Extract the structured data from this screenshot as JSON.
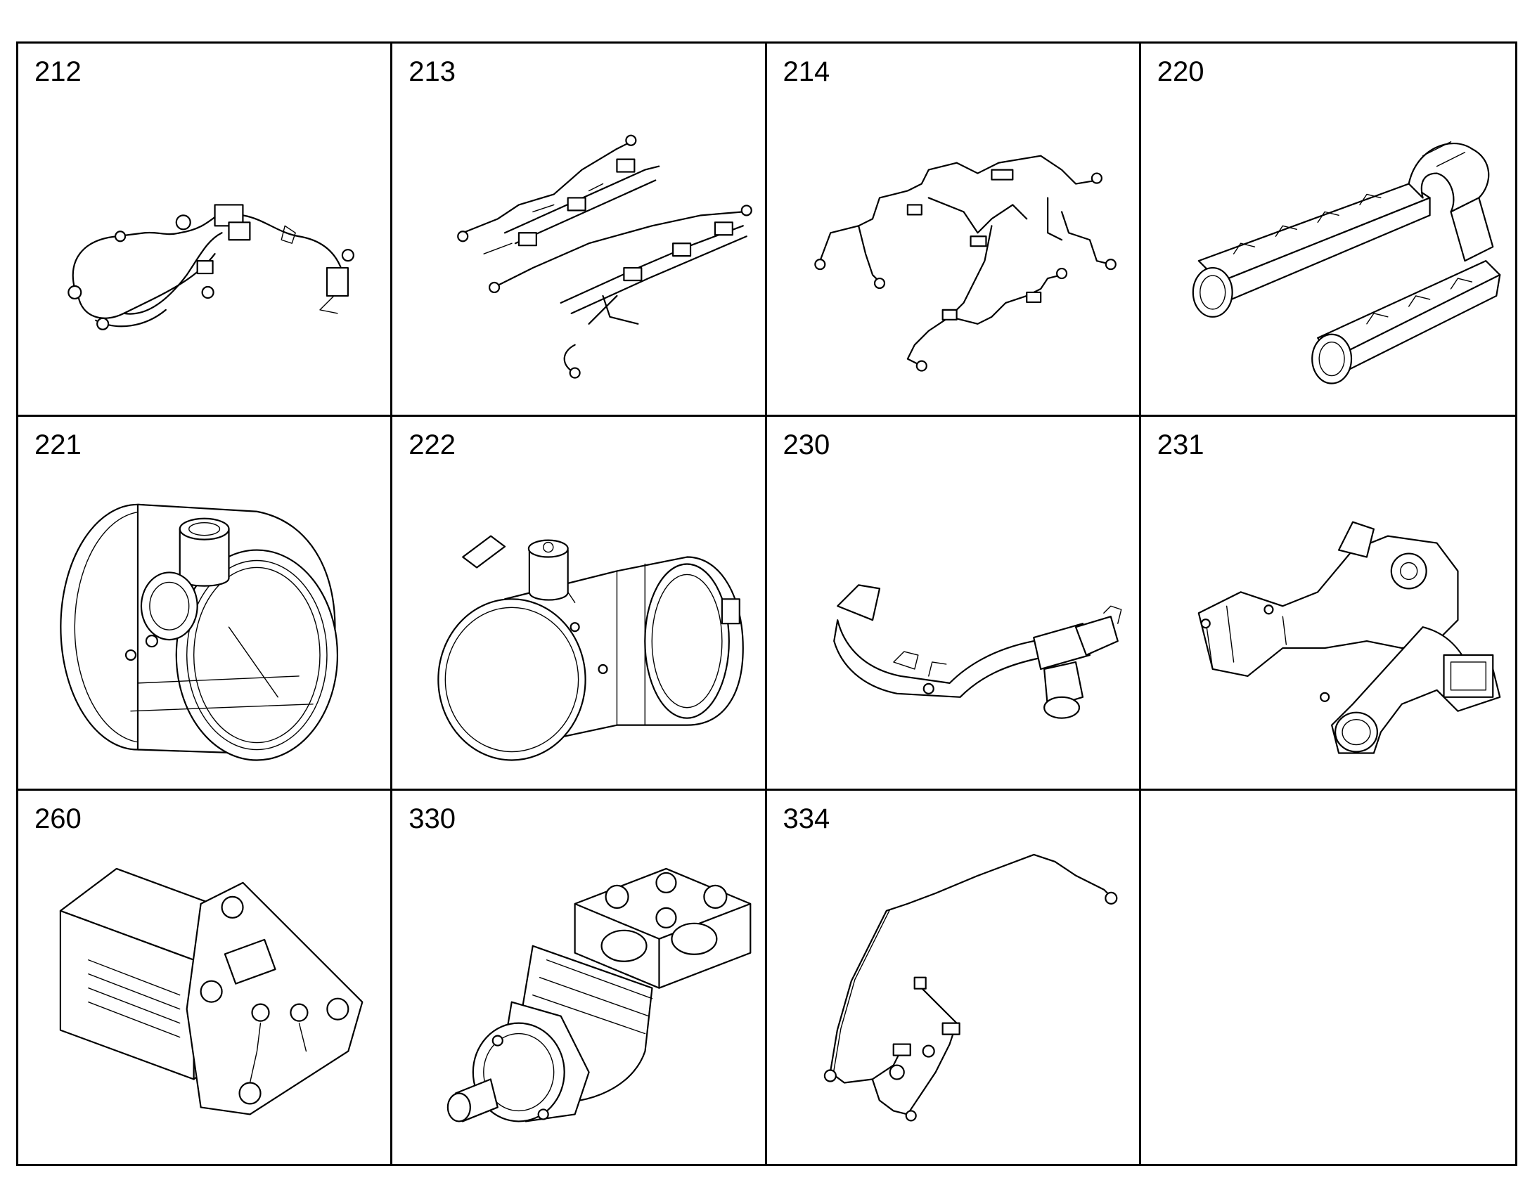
{
  "catalog": {
    "cells": [
      {
        "label": "212",
        "part": "wiring-harness-illustration"
      },
      {
        "label": "213",
        "part": "injector-harness-illustration"
      },
      {
        "label": "214",
        "part": "sensor-harness-illustration"
      },
      {
        "label": "220",
        "part": "intake-manifold-illustration"
      },
      {
        "label": "221",
        "part": "air-filter-housing-illustration"
      },
      {
        "label": "222",
        "part": "particulate-filter-illustration"
      },
      {
        "label": "230",
        "part": "exhaust-pipe-catalyst-illustration"
      },
      {
        "label": "231",
        "part": "exhaust-manifold-illustration"
      },
      {
        "label": "260",
        "part": "heater-plate-illustration"
      },
      {
        "label": "330",
        "part": "air-compressor-illustration"
      },
      {
        "label": "334",
        "part": "fuel-line-illustration"
      },
      {
        "label": "",
        "part": ""
      }
    ]
  }
}
